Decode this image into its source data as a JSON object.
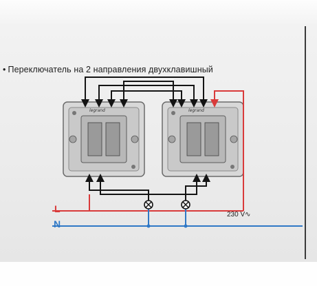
{
  "caption": {
    "bullet": "•",
    "text": "Переключатель на 2 направления двухклавишный"
  },
  "switches": [
    {
      "brand": "legrand"
    },
    {
      "brand": "legrand"
    }
  ],
  "labels": {
    "line": "L",
    "neutral": "N",
    "voltage": "230 V∿"
  },
  "colors": {
    "line_wire": "#d93a3a",
    "neutral_wire": "#2f78c6",
    "control_wire": "#141414"
  },
  "icons": [
    "lamp-icon",
    "lamp-icon"
  ]
}
